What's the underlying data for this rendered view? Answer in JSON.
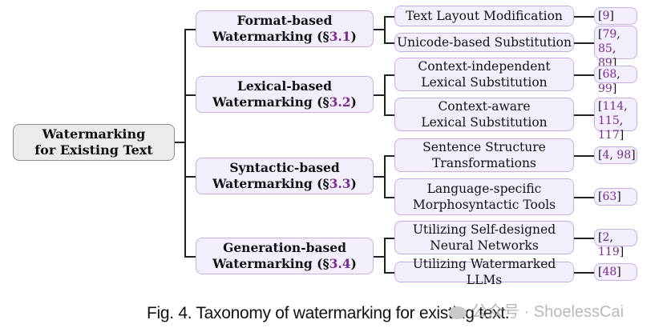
{
  "root": {
    "line1": "Watermarking",
    "line2": "for Existing Text"
  },
  "categories": [
    {
      "line1": "Format-based",
      "line2_prefix": "Watermarking (§",
      "section": "3.1",
      "line2_suffix": ")",
      "children": [
        {
          "label_lines": [
            "Text Layout Modification"
          ],
          "refs": [
            "9"
          ]
        },
        {
          "label_lines": [
            "Unicode-based Substitution"
          ],
          "refs": [
            "79",
            "85",
            "89"
          ]
        }
      ]
    },
    {
      "line1": "Lexical-based",
      "line2_prefix": "Watermarking (§",
      "section": "3.2",
      "line2_suffix": ")",
      "children": [
        {
          "label_lines": [
            "Context-independent",
            "Lexical Substitution"
          ],
          "refs": [
            "68",
            "99"
          ]
        },
        {
          "label_lines": [
            "Context-aware",
            "Lexical Substitution"
          ],
          "refs": [
            "114",
            "115",
            "117"
          ]
        }
      ]
    },
    {
      "line1": "Syntactic-based",
      "line2_prefix": "Watermarking (§",
      "section": "3.3",
      "line2_suffix": ")",
      "children": [
        {
          "label_lines": [
            "Sentence Structure",
            "Transformations"
          ],
          "refs": [
            "4",
            "98"
          ]
        },
        {
          "label_lines": [
            "Language-specific",
            "Morphosyntactic Tools"
          ],
          "refs": [
            "63"
          ]
        }
      ]
    },
    {
      "line1": "Generation-based",
      "line2_prefix": "Watermarking (§",
      "section": "3.4",
      "line2_suffix": ")",
      "children": [
        {
          "label_lines": [
            "Utilizing Self-designed",
            "Neural Networks"
          ],
          "refs": [
            "2",
            "119"
          ]
        },
        {
          "label_lines": [
            "Utilizing Watermarked LLMs"
          ],
          "refs": [
            "48"
          ]
        }
      ]
    }
  ],
  "caption": "Fig. 4.  Taxonomy of watermarking for existing text.",
  "watermark": "公众号 · ShoelessCai",
  "colors": {
    "accent": "#7b2a8f",
    "box_fill": "#f3eefb",
    "box_border": "#c9aee8",
    "root_fill": "#ebebeb"
  }
}
